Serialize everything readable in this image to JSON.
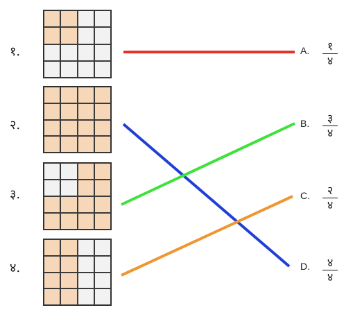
{
  "row_labels": [
    "१.",
    "२.",
    "३.",
    "४."
  ],
  "grids": [
    {
      "shaded": [
        0,
        1,
        4,
        5
      ]
    },
    {
      "shaded": [
        0,
        1,
        2,
        3,
        4,
        5,
        6,
        7,
        8,
        9,
        10,
        11,
        12,
        13,
        14,
        15
      ]
    },
    {
      "shaded": [
        2,
        3,
        6,
        7,
        8,
        9,
        10,
        11,
        12,
        13,
        14,
        15
      ]
    },
    {
      "shaded": [
        0,
        1,
        4,
        5,
        8,
        9,
        12,
        13
      ]
    }
  ],
  "options": [
    {
      "letter": "A.",
      "numerator": "१",
      "denominator": "४"
    },
    {
      "letter": "B.",
      "numerator": "३",
      "denominator": "४"
    },
    {
      "letter": "C.",
      "numerator": "२",
      "denominator": "४"
    },
    {
      "letter": "D.",
      "numerator": "४",
      "denominator": "४"
    }
  ],
  "matches": [
    {
      "row": 0,
      "option": 0,
      "color": "#e8302a"
    },
    {
      "row": 1,
      "option": 3,
      "color": "#1f3fd6"
    },
    {
      "row": 2,
      "option": 1,
      "color": "#3ee23a"
    },
    {
      "row": 3,
      "option": 2,
      "color": "#ef9630"
    }
  ],
  "colors": {
    "shaded": "#f6d7b8",
    "unshaded": "#f2f2f2"
  }
}
